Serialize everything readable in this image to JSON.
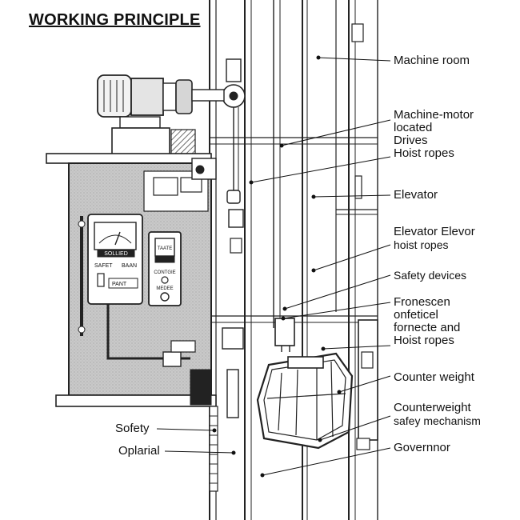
{
  "title": "WORKING PRINCIPLE",
  "panel": {
    "meter_label": "SOLLIED",
    "left_label": "SAFET",
    "right_label": "BAAN",
    "pant_label": "PANT",
    "display_label": "TAATE",
    "control_label": "CONTGIE",
    "medee_label": "MEDEE"
  },
  "labels": {
    "machine_room": "Machine room",
    "machine_motor": [
      "Machine-motor",
      "located",
      "Drives",
      "Hoist ropes"
    ],
    "elevator": "Elevator",
    "elevator_hoist": [
      "Elevator Elevor",
      "hoist ropes"
    ],
    "safety_devices": "Safety devices",
    "fronescen": [
      "Fronescen",
      "onfeticel",
      "fornecte and",
      "Hoist ropes"
    ],
    "counter_weight": "Counter weight",
    "counterweight_safety": [
      "Counterweight",
      "safey mechanism"
    ],
    "governor": "Governnor",
    "sofety": "Sofety",
    "oplarial": "Oplarial"
  }
}
